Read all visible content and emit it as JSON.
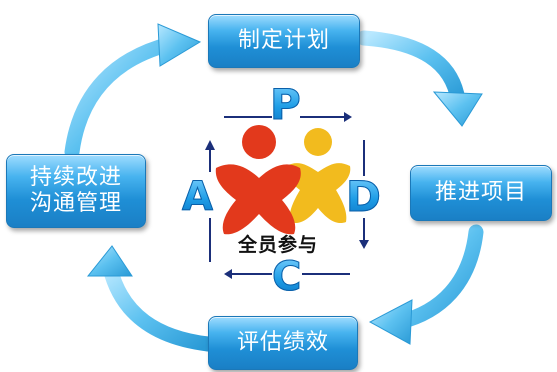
{
  "boxes": {
    "plan": "制定计划",
    "do": "推进项目",
    "check": "评估绩效",
    "act_line1": "持续改进",
    "act_line2": "沟通管理"
  },
  "letters": {
    "p": "P",
    "d": "D",
    "c": "C",
    "a": "A"
  },
  "center": {
    "label": "全员参与"
  },
  "colors": {
    "box_blue": "#1f8fd6",
    "arrow_blue": "#5cc1f0",
    "figure_red": "#e2391c",
    "figure_yellow": "#f2bb1e",
    "inner_arrow_navy": "#1b2f7a"
  },
  "icons": [
    "curved-arrow-icon",
    "people-figure-icon",
    "straight-arrow-icon"
  ]
}
